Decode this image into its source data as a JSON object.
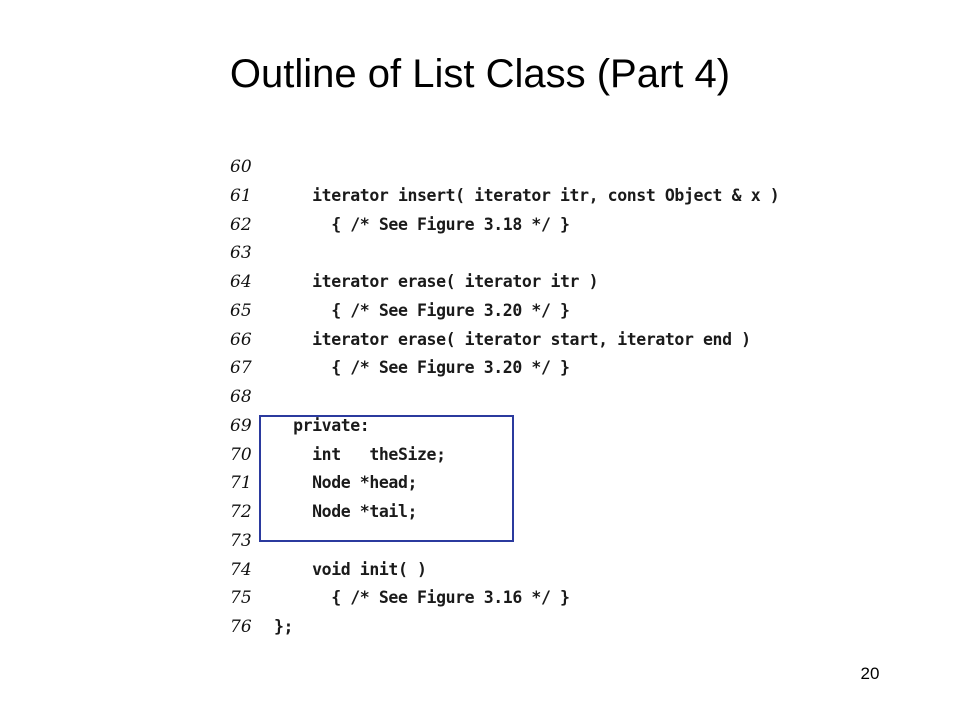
{
  "slide": {
    "title": "Outline of List Class (Part 4)",
    "page_number": "20",
    "highlight_color": "#2b3a9e"
  },
  "code": {
    "lines": [
      {
        "num": "60",
        "text": ""
      },
      {
        "num": "61",
        "text": "    iterator insert( iterator itr, const Object & x )"
      },
      {
        "num": "62",
        "text": "      { /* See Figure 3.18 */ }"
      },
      {
        "num": "63",
        "text": ""
      },
      {
        "num": "64",
        "text": "    iterator erase( iterator itr )"
      },
      {
        "num": "65",
        "text": "      { /* See Figure 3.20 */ }"
      },
      {
        "num": "66",
        "text": "    iterator erase( iterator start, iterator end )"
      },
      {
        "num": "67",
        "text": "      { /* See Figure 3.20 */ }"
      },
      {
        "num": "68",
        "text": ""
      },
      {
        "num": "69",
        "text": "  private:"
      },
      {
        "num": "70",
        "text": "    int   theSize;"
      },
      {
        "num": "71",
        "text": "    Node *head;"
      },
      {
        "num": "72",
        "text": "    Node *tail;"
      },
      {
        "num": "73",
        "text": ""
      },
      {
        "num": "74",
        "text": "    void init( )"
      },
      {
        "num": "75",
        "text": "      { /* See Figure 3.16 */ }"
      },
      {
        "num": "76",
        "text": "};"
      }
    ]
  }
}
